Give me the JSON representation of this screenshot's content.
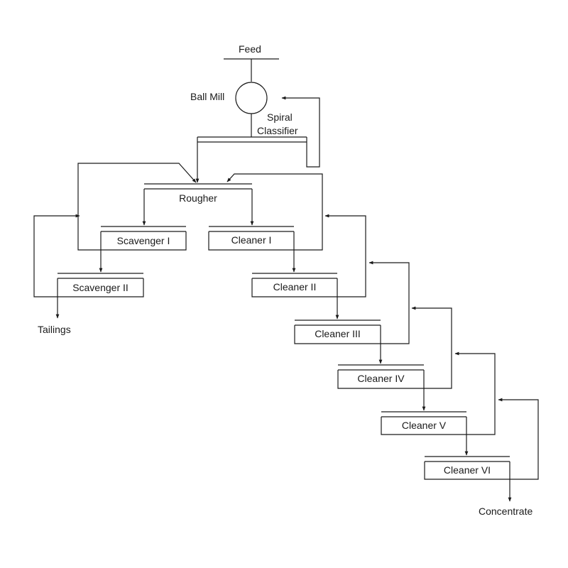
{
  "labels": {
    "feed": "Feed",
    "ball_mill": "Ball Mill",
    "spiral": "Spiral",
    "classifier": "Classifier",
    "tailings": "Tailings",
    "concentrate": "Concentrate"
  },
  "cells": {
    "rougher": "Rougher",
    "scavenger_1": "Scavenger I",
    "scavenger_2": "Scavenger II",
    "cleaner_1": "Cleaner I",
    "cleaner_2": "Cleaner II",
    "cleaner_3": "Cleaner III",
    "cleaner_4": "Cleaner IV",
    "cleaner_5": "Cleaner V",
    "cleaner_6": "Cleaner VI"
  },
  "colors": {
    "line": "#1a1a1a"
  }
}
